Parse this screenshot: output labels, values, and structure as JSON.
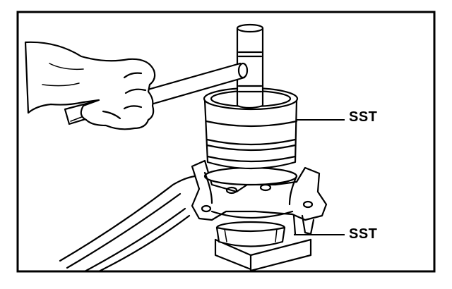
{
  "figure": {
    "callouts": [
      {
        "id": "upper",
        "text": "SST"
      },
      {
        "id": "lower",
        "text": "SST"
      }
    ],
    "colors": {
      "ink": "#000000",
      "background": "#ffffff"
    },
    "parts": [
      "hammer",
      "hand",
      "installer-rod",
      "press-sleeve",
      "steering-knuckle",
      "lower-support-sst",
      "bench-block"
    ]
  }
}
